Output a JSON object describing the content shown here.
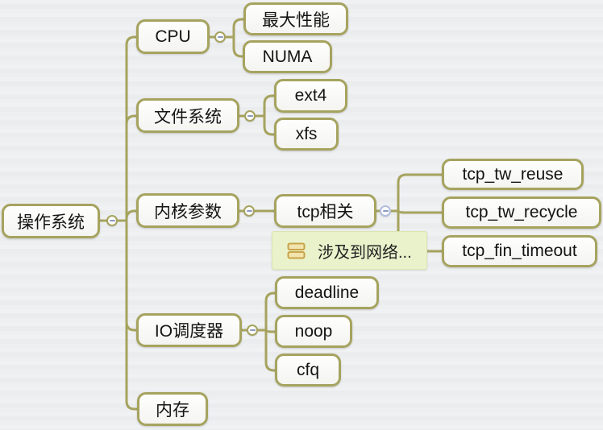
{
  "colors": {
    "canvas_background": "#ecedef",
    "branch_line": "#a6a35f",
    "node_border": "#a6a35f",
    "node_fill": "#fbfbfa",
    "note_background": "#eaf2cb",
    "note_icon_gold": "#c8a348",
    "collapse_border_default": "#a6a35f",
    "collapse_border_highlight": "#b3bedd",
    "collapse_minus": "#8b99bd"
  },
  "map": {
    "root": {
      "label": "操作系统"
    },
    "branches": [
      {
        "label": "CPU",
        "children": [
          {
            "label": "最大性能"
          },
          {
            "label": "NUMA"
          }
        ]
      },
      {
        "label": "文件系统",
        "children": [
          {
            "label": "ext4"
          },
          {
            "label": "xfs"
          }
        ]
      },
      {
        "label": "内核参数",
        "children": [
          {
            "label": "tcp相关",
            "note": {
              "label": "涉及到网络..."
            },
            "children": [
              {
                "label": "tcp_tw_reuse"
              },
              {
                "label": "tcp_tw_recycle"
              },
              {
                "label": "tcp_fin_timeout"
              }
            ]
          }
        ]
      },
      {
        "label": "IO调度器",
        "children": [
          {
            "label": "deadline"
          },
          {
            "label": "noop"
          },
          {
            "label": "cfq"
          }
        ]
      },
      {
        "label": "内存",
        "children": []
      }
    ]
  }
}
